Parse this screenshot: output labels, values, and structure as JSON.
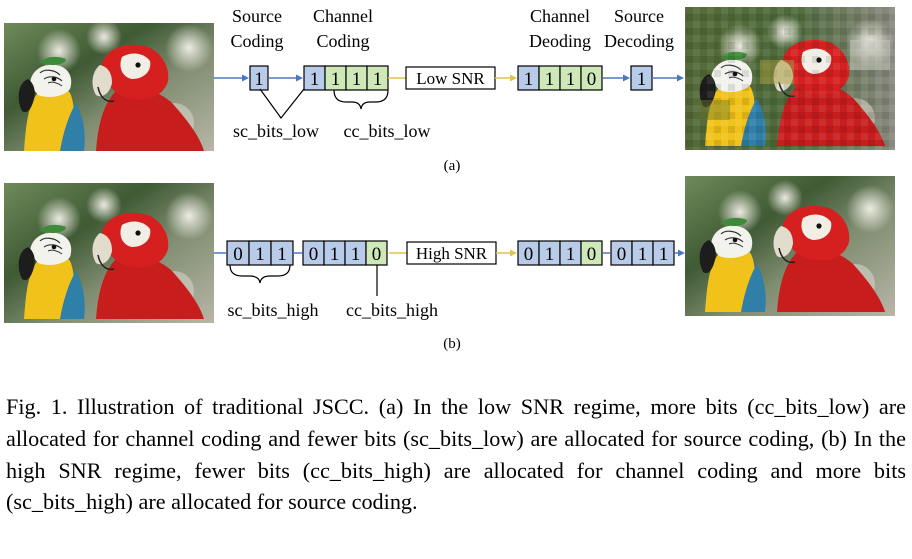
{
  "labels": {
    "source_coding": [
      "Source",
      "Coding"
    ],
    "channel_coding": [
      "Channel",
      "Coding"
    ],
    "channel_decoding": [
      "Channel",
      "Deoding"
    ],
    "source_decoding": [
      "Source",
      "Decoding"
    ],
    "low_snr": "Low SNR",
    "high_snr": "High SNR",
    "sc_bits_low": "sc_bits_low",
    "cc_bits_low": "cc_bits_low",
    "sc_bits_high": "sc_bits_high",
    "cc_bits_high": "cc_bits_high",
    "sub_a": "(a)",
    "sub_b": "(b)"
  },
  "bits": {
    "low_source": [
      "1"
    ],
    "low_channel": [
      "1",
      "1",
      "1",
      "1"
    ],
    "low_received": [
      "1",
      "1",
      "1",
      "0"
    ],
    "low_decoded": [
      "1"
    ],
    "high_source": [
      "0",
      "1",
      "1"
    ],
    "high_channel": [
      "0",
      "1",
      "1",
      "0"
    ],
    "high_received": [
      "0",
      "1",
      "1",
      "0"
    ],
    "high_decoded": [
      "0",
      "1",
      "1"
    ]
  },
  "colors": {
    "source_bit": "#b8cbe8",
    "channel_bit": "#cfe8b8",
    "arrow": "#4a78c0",
    "snr_line": "#e0c34a"
  },
  "caption": "Fig. 1.  Illustration of traditional JSCC. (a) In the low SNR regime, more bits (cc_bits_low) are allocated for channel coding and fewer bits (sc_bits_low) are allocated for source coding, (b) In the high SNR regime, fewer bits (cc_bits_high) are allocated for channel coding and more bits (sc_bits_high) are allocated for source coding."
}
